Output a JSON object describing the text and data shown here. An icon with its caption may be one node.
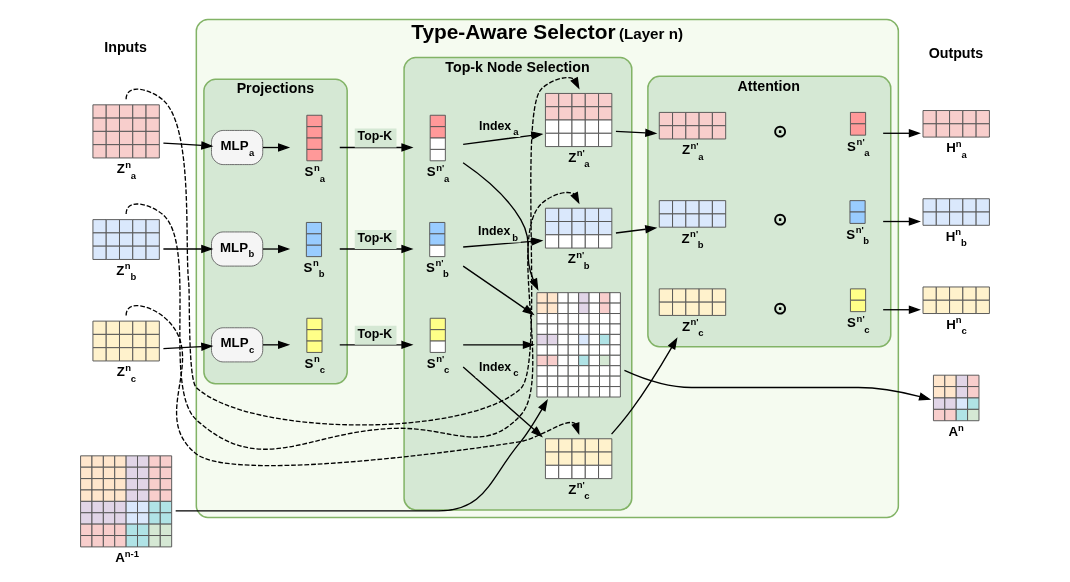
{
  "diagram": {
    "nodes": [
      {
        "text": [
          "Type-Aware Selector",
          "(Layer n)"
        ]
      },
      {
        "text": [
          "Projections"
        ],
        "in": 0
      },
      {
        "text": [
          "Top-k Node Selection"
        ],
        "in": 0
      },
      {
        "text": [
          "Attention"
        ],
        "in": 0
      },
      {
        "text": [],
        "shape": "grid",
        "beside": [
          "Z$^{n}$$_{a}$"
        ]
      },
      {
        "text": [],
        "shape": "grid",
        "beside": [
          "Z$^{n}$$_{b}$"
        ]
      },
      {
        "text": [],
        "shape": "grid",
        "beside": [
          "Z$^{n}$$_{c}$"
        ]
      },
      {
        "text": [],
        "shape": "grid",
        "beside": [
          "A$^{n-1}$"
        ]
      },
      {
        "text": [
          "MLP$_{a}$"
        ],
        "in": 1
      },
      {
        "text": [],
        "shape": "bar",
        "in": 1,
        "beside": [
          "S$^{n}$$_{a}$"
        ]
      },
      {
        "text": [
          "MLP$_{b}$"
        ],
        "in": 1
      },
      {
        "text": [],
        "shape": "bar",
        "in": 1,
        "beside": [
          "S$^{n}$$_{b}$"
        ]
      },
      {
        "text": [
          "MLP$_{c}$"
        ],
        "in": 1
      },
      {
        "text": [],
        "shape": "bar",
        "in": 1,
        "beside": [
          "S$^{n}$$_{c}$"
        ]
      },
      {
        "text": [],
        "shape": "bar",
        "in": 2,
        "beside": [
          "S$^{n'}$$_{a}$"
        ]
      },
      {
        "text": [],
        "shape": "grid",
        "in": 2,
        "beside": [
          "Z$^{n'}$$_{a}$"
        ]
      },
      {
        "text": [],
        "shape": "bar",
        "in": 2,
        "beside": [
          "S$^{n'}$$_{b}$"
        ]
      },
      {
        "text": [],
        "shape": "grid",
        "in": 2,
        "beside": [
          "Z$^{n'}$$_{b}$"
        ]
      },
      {
        "text": [],
        "shape": "bar",
        "in": 2,
        "beside": [
          "S$^{n'}$$_{c}$"
        ]
      },
      {
        "text": [],
        "shape": "grid",
        "in": 2,
        "beside": [
          "Z$^{n'}$$_{c}$"
        ]
      },
      {
        "text": [],
        "shape": "grid",
        "in": 2
      },
      {
        "text": [],
        "shape": "grid",
        "in": 3,
        "beside": [
          "Z$^{n'}$$_{a}$"
        ]
      },
      {
        "text": [],
        "shape": "bar",
        "in": 3,
        "beside": [
          "S$^{n'}$$_{a}$"
        ]
      },
      {
        "text": [],
        "shape": "grid",
        "in": 3,
        "beside": [
          "Z$^{n'}$$_{b}$"
        ]
      },
      {
        "text": [],
        "shape": "bar",
        "in": 3,
        "beside": [
          "S$^{n'}$$_{b}$"
        ]
      },
      {
        "text": [],
        "shape": "grid",
        "in": 3,
        "beside": [
          "Z$^{n'}$$_{c}$"
        ]
      },
      {
        "text": [],
        "shape": "bar",
        "in": 3,
        "beside": [
          "S$^{n'}$$_{c}$"
        ]
      },
      {
        "text": [],
        "shape": "grid",
        "beside": [
          "H$^{n}$$_{a}$"
        ]
      },
      {
        "text": [],
        "shape": "grid",
        "beside": [
          "H$^{n}$$_{b}$"
        ]
      },
      {
        "text": [],
        "shape": "grid",
        "beside": [
          "H$^{n}$$_{c}$"
        ]
      },
      {
        "text": [],
        "shape": "grid",
        "beside": [
          "A$^{n}$"
        ]
      }
    ],
    "edges": [
      {
        "from": 4,
        "to": 8,
        "arrow": "to"
      },
      {
        "from": 8,
        "to": 9,
        "arrow": "to"
      },
      {
        "from": 9,
        "to": 14,
        "arrow": "to",
        "label": "Top-K"
      },
      {
        "from": 14,
        "to": 15,
        "arrow": "to",
        "label": "Index$_{a}$"
      },
      {
        "from": 4,
        "to": 15,
        "arrow": "to",
        "style": "dashed"
      },
      {
        "from": 5,
        "to": 10,
        "arrow": "to"
      },
      {
        "from": 10,
        "to": 11,
        "arrow": "to"
      },
      {
        "from": 11,
        "to": 16,
        "arrow": "to",
        "label": "Top-K"
      },
      {
        "from": 16,
        "to": 17,
        "arrow": "to",
        "label": "Index$_{b}$"
      },
      {
        "from": 5,
        "to": 17,
        "arrow": "to",
        "style": "dashed"
      },
      {
        "from": 6,
        "to": 12,
        "arrow": "to"
      },
      {
        "from": 12,
        "to": 13,
        "arrow": "to"
      },
      {
        "from": 13,
        "to": 18,
        "arrow": "to",
        "label": "Top-K"
      },
      {
        "from": 18,
        "to": 19,
        "arrow": "to",
        "label": "Index$_{c}$"
      },
      {
        "from": 6,
        "to": 19,
        "arrow": "to",
        "style": "dashed"
      },
      {
        "from": 14,
        "to": 20,
        "arrow": "to"
      },
      {
        "from": 16,
        "to": 20,
        "arrow": "to"
      },
      {
        "from": 18,
        "to": 20,
        "arrow": "to"
      },
      {
        "from": 7,
        "to": 20,
        "arrow": "to"
      },
      {
        "from": 15,
        "to": 21,
        "arrow": "to"
      },
      {
        "from": 17,
        "to": 23,
        "arrow": "to"
      },
      {
        "from": 19,
        "to": 25,
        "arrow": "to"
      },
      {
        "from": 22,
        "to": 27,
        "arrow": "to"
      },
      {
        "from": 24,
        "to": 28,
        "arrow": "to"
      },
      {
        "from": 26,
        "to": 29,
        "arrow": "to"
      },
      {
        "from": 20,
        "to": 30,
        "arrow": "to"
      }
    ],
    "labels": [
      "Inputs",
      "Outputs",
      "⊙",
      "⊙",
      "⊙"
    ]
  }
}
